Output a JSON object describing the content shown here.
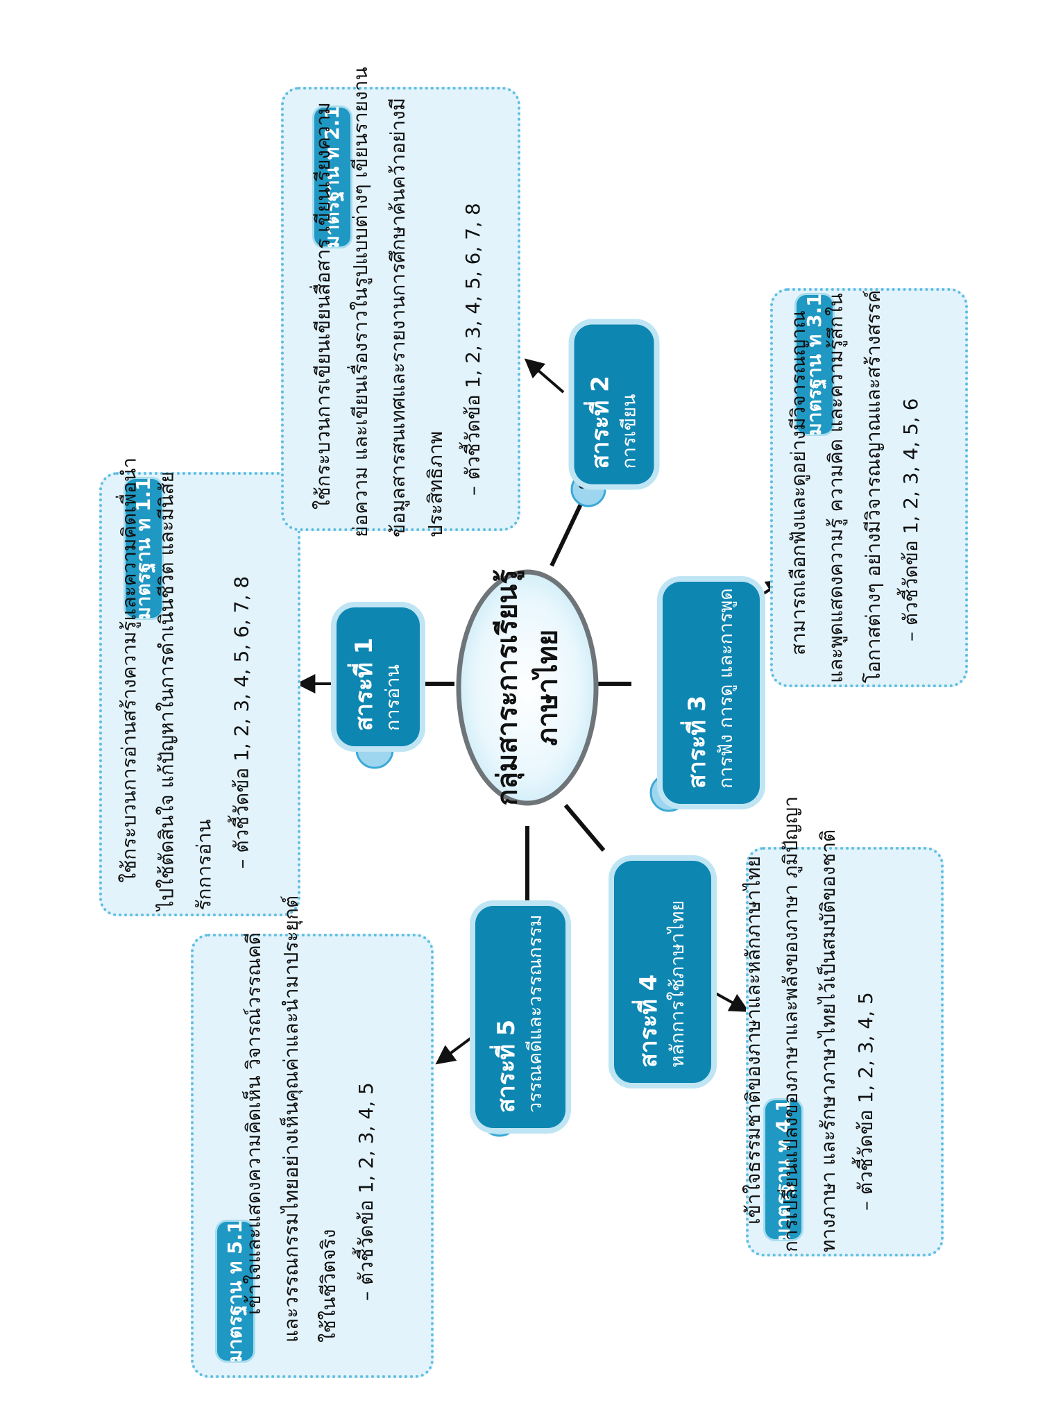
{
  "center": {
    "line1": "กลุ่มสาระการเรียนรู้",
    "line2": "ภาษาไทย"
  },
  "strands": [
    {
      "title": "สาระที่ 1",
      "subtitle": "การอ่าน"
    },
    {
      "title": "สาระที่ 2",
      "subtitle": "การเขียน"
    },
    {
      "title": "สาระที่ 3",
      "subtitle": "การฟัง   การดู   และการพูด"
    },
    {
      "title": "สาระที่ 4",
      "subtitle": "หลักการใช้ภาษาไทย"
    },
    {
      "title": "สาระที่ 5",
      "subtitle": "วรรณคดีและวรรณกรรม"
    }
  ],
  "standards": [
    {
      "label": "มาตรฐาน ท 1.1",
      "lines": [
        "ใช้กระบวนการอ่านสร้างความรู้และความคิดเพื่อนำ",
        "ไปใช้ตัดสินใจ   แก้ปัญหาในการดำเนินชีวิต   และมีนิสัย",
        "รักการอ่าน"
      ],
      "indicators": "–  ตัวชี้วัดข้อ 1, 2, 3, 4, 5, 6, 7, 8"
    },
    {
      "label": "มาตรฐาน ท 2.1",
      "lines": [
        "ใช้กระบวนการเขียนเขียนสื่อสาร   เขียนเรียงความ",
        "ย่อความ และเขียนเรื่องราวในรูปแบบต่างๆ   เขียนรายงาน",
        "ข้อมูลสารสนเทศและรายงานการศึกษาค้นคว้าอย่างมี",
        "ประสิทธิภาพ"
      ],
      "indicators": "–  ตัวชี้วัดข้อ 1, 2, 3, 4, 5, 6, 7, 8"
    },
    {
      "label": "มาตรฐาน ท 3.1",
      "lines": [
        "สามารถเลือกฟังและดูอย่างมีวิจารณญาณ",
        "และพูดแสดงความรู้  ความคิด   และความรู้สึกใน",
        "โอกาสต่างๆ   อย่างมีวิจารณญาณและสร้างสรรค์"
      ],
      "indicators": "–  ตัวชี้วัดข้อ 1, 2, 3, 4, 5, 6"
    },
    {
      "label": "มาตรฐาน ท 4.1",
      "lines": [
        "เข้าใจธรรมชาติของภาษาและหลักภาษาไทย",
        "การเปลี่ยนแปลงของภาษาและพลังของภาษา   ภูมิปัญญา",
        "ทางภาษา  และรักษาภาษาไทยไว้เป็นสมบัติของชาติ"
      ],
      "indicators": "–  ตัวชี้วัดข้อ 1, 2, 3, 4, 5"
    },
    {
      "label": "มาตรฐาน ท 5.1",
      "lines": [
        "เข้าใจและแสดงความคิดเห็น   วิจารณ์วรรณคดี",
        "และวรรณกรรมไทยอย่างเห็นคุณค่าและนำมาประยุกต์",
        "ใช้ในชีวิตจริง"
      ],
      "indicators": "–  ตัวชี้วัดข้อ 1, 2, 3, 4, 5"
    }
  ],
  "colors": {
    "tag": "#1f98c3",
    "strand": "#0e86b2",
    "box_fill": "#e2f3fb",
    "box_border": "#5ebde0",
    "ellipse_border": "#6e7478"
  }
}
